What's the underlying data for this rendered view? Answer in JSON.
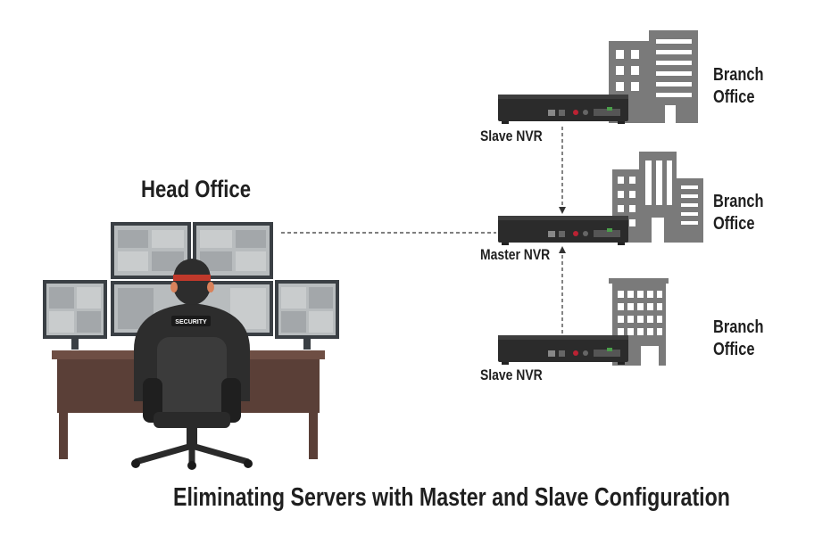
{
  "head_office": "Head Office",
  "nvr": {
    "slave_top": "Slave NVR",
    "master": "Master NVR",
    "slave_bottom": "Slave NVR"
  },
  "branches": [
    {
      "line1": "Branch",
      "line2": "Office"
    },
    {
      "line1": "Branch",
      "line2": "Office"
    },
    {
      "line1": "Branch",
      "line2": "Office"
    }
  ],
  "caption": "Eliminating Servers with Master and Slave Configuration",
  "monitor_badge": "SECURITY",
  "colors": {
    "building": "#7a7a7a",
    "nvr_body": "#2b2b2b",
    "desk": "#5a3f37",
    "monitor_frame": "#3a3f44",
    "screen": "#b8bcbe",
    "guard_uniform": "#2d2d2d",
    "guard_cap": "#c0392b",
    "skin": "#d9825b"
  }
}
